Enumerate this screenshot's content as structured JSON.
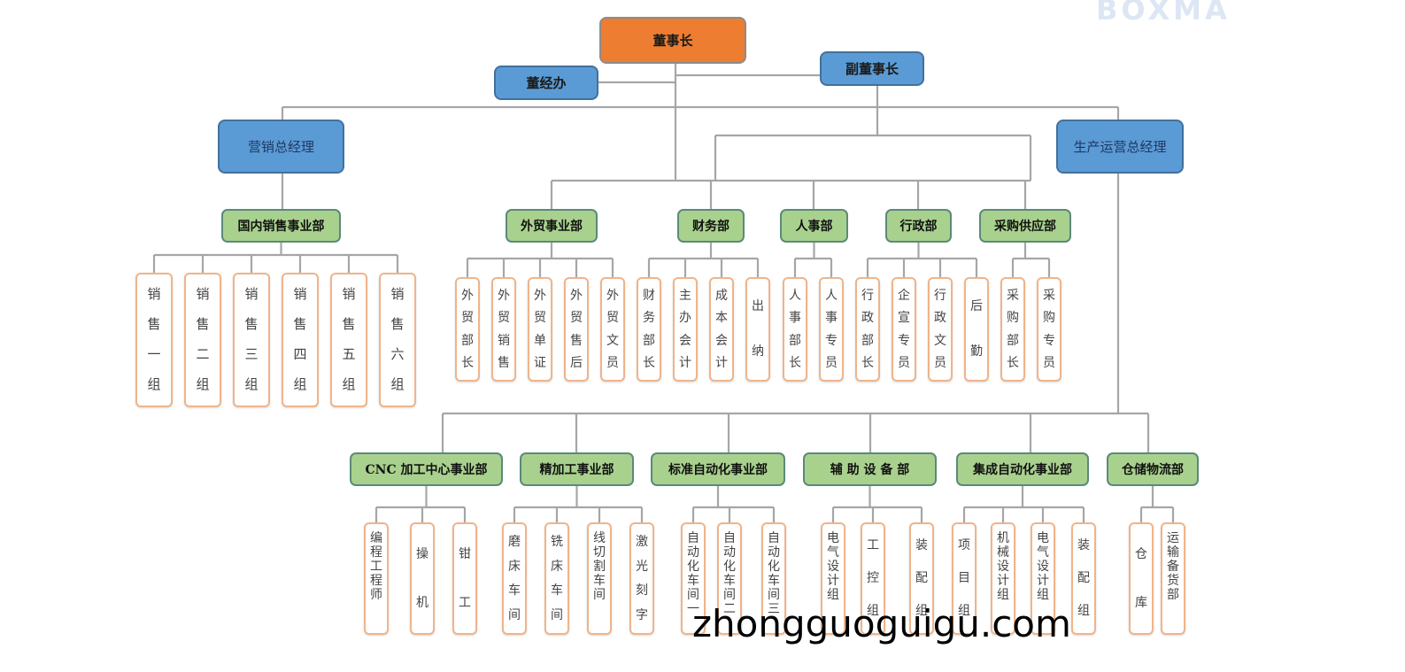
{
  "logo": "BOXMA",
  "watermark": "zhongguoguigu.com",
  "colors": {
    "chairman": "#ed7d31",
    "executive": "#5b9bd5",
    "department": "#a9d18e",
    "leaf_border": "#f0b48a",
    "connector": "#a6a6a6"
  },
  "top": {
    "chairman": "董事长",
    "board_office": "董经办",
    "vice_chairman": "副董事长",
    "sales_gm": "营销总经理",
    "production_gm": "生产运营总经理"
  },
  "departments": [
    {
      "name": "国内销售事业部",
      "members": [
        "销售一组",
        "销售二组",
        "销售三组",
        "销售四组",
        "销售五组",
        "销售六组"
      ]
    },
    {
      "name": "外贸事业部",
      "members": [
        "外贸部长",
        "外贸销售",
        "外贸单证",
        "外贸售后",
        "外贸文员"
      ]
    },
    {
      "name": "财务部",
      "members": [
        "财务部长",
        "主办会计",
        "成本会计",
        "出纳"
      ]
    },
    {
      "name": "人事部",
      "members": [
        "人事部长",
        "人事专员"
      ]
    },
    {
      "name": "行政部",
      "members": [
        "行政部长",
        "企宣专员",
        "行政文员",
        "后勤"
      ]
    },
    {
      "name": "采购供应部",
      "members": [
        "采购部长",
        "采购专员"
      ]
    },
    {
      "name": "CNC 加工中心事业部",
      "members": [
        "编程工程师",
        "操机",
        "钳工"
      ]
    },
    {
      "name": "精加工事业部",
      "members": [
        "磨床车间",
        "铣床车间",
        "线切割车间",
        "激光刻字"
      ]
    },
    {
      "name": "标准自动化事业部",
      "members": [
        "自动化车间一",
        "自动化车间二",
        "自动化车间三"
      ]
    },
    {
      "name": "辅 助 设 备 部",
      "members": [
        "电气设计组",
        "工控组",
        "装配组"
      ]
    },
    {
      "name": "集成自动化事业部",
      "members": [
        "项目组",
        "机械设计组",
        "电气设计组",
        "装配组"
      ]
    },
    {
      "name": "仓储物流部",
      "members": [
        "仓库",
        "运输备货部"
      ]
    }
  ]
}
